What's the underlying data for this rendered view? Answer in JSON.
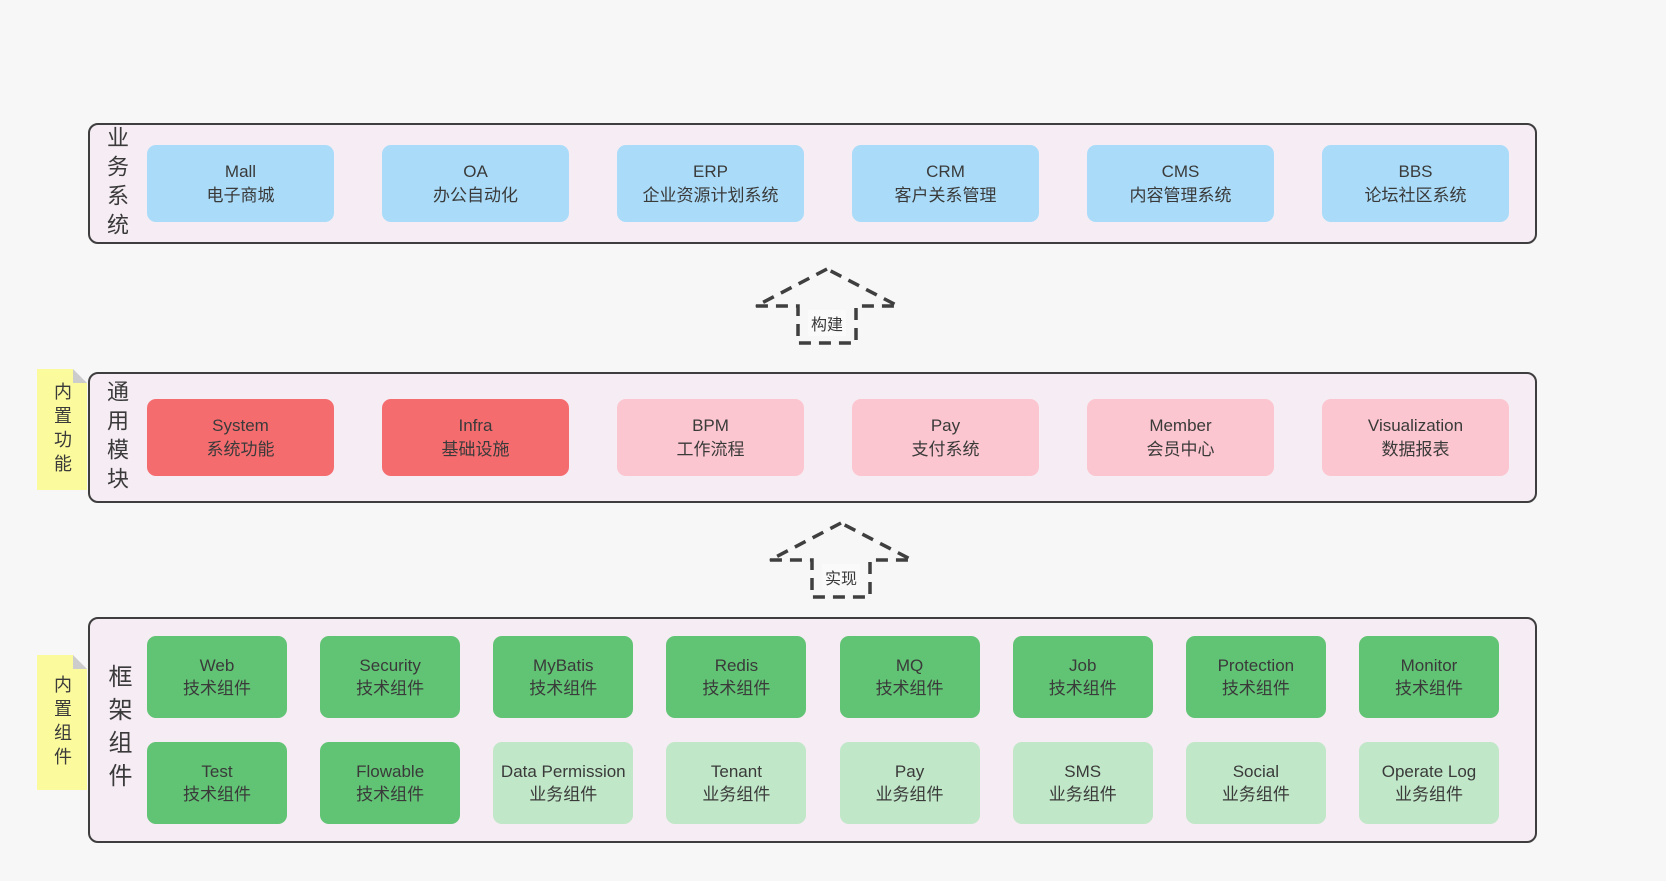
{
  "colors": {
    "page": "#f7f7f7",
    "band": "#f6ecf4",
    "border": "#3e3e3e",
    "text": "#3a3a3a",
    "blue": "#aadcf9",
    "red": "#f56c6f",
    "pink": "#fbc6cf",
    "green": "#61c374",
    "lightgreen": "#c0e7c7",
    "yellow": "#fbfa9d",
    "fold": "#cccccc"
  },
  "layers": [
    {
      "label": "业务系统",
      "boxes": [
        {
          "title": "Mall",
          "subtitle": "电子商城"
        },
        {
          "title": "OA",
          "subtitle": "办公自动化"
        },
        {
          "title": "ERP",
          "subtitle": "企业资源计划系统"
        },
        {
          "title": "CRM",
          "subtitle": "客户关系管理"
        },
        {
          "title": "CMS",
          "subtitle": "内容管理系统"
        },
        {
          "title": "BBS",
          "subtitle": "论坛社区系统"
        }
      ]
    },
    {
      "label": "通用模块",
      "note": "内置功能",
      "boxes": [
        {
          "title": "System",
          "subtitle": "系统功能"
        },
        {
          "title": "Infra",
          "subtitle": "基础设施"
        },
        {
          "title": "BPM",
          "subtitle": "工作流程"
        },
        {
          "title": "Pay",
          "subtitle": "支付系统"
        },
        {
          "title": "Member",
          "subtitle": "会员中心"
        },
        {
          "title": "Visualization",
          "subtitle": "数据报表"
        }
      ]
    },
    {
      "label": "框架组件",
      "note": "内置组件",
      "rows": [
        [
          {
            "title": "Web",
            "subtitle": "技术组件"
          },
          {
            "title": "Security",
            "subtitle": "技术组件"
          },
          {
            "title": "MyBatis",
            "subtitle": "技术组件"
          },
          {
            "title": "Redis",
            "subtitle": "技术组件"
          },
          {
            "title": "MQ",
            "subtitle": "技术组件"
          },
          {
            "title": "Job",
            "subtitle": "技术组件"
          },
          {
            "title": "Protection",
            "subtitle": "技术组件"
          },
          {
            "title": "Monitor",
            "subtitle": "技术组件"
          }
        ],
        [
          {
            "title": "Test",
            "subtitle": "技术组件"
          },
          {
            "title": "Flowable",
            "subtitle": "技术组件"
          },
          {
            "title": "Data Permission",
            "subtitle": "业务组件"
          },
          {
            "title": "Tenant",
            "subtitle": "业务组件"
          },
          {
            "title": "Pay",
            "subtitle": "业务组件"
          },
          {
            "title": "SMS",
            "subtitle": "业务组件"
          },
          {
            "title": "Social",
            "subtitle": "业务组件"
          },
          {
            "title": "Operate Log",
            "subtitle": "业务组件"
          }
        ]
      ]
    }
  ],
  "arrows": [
    {
      "label": "构建"
    },
    {
      "label": "实现"
    }
  ]
}
